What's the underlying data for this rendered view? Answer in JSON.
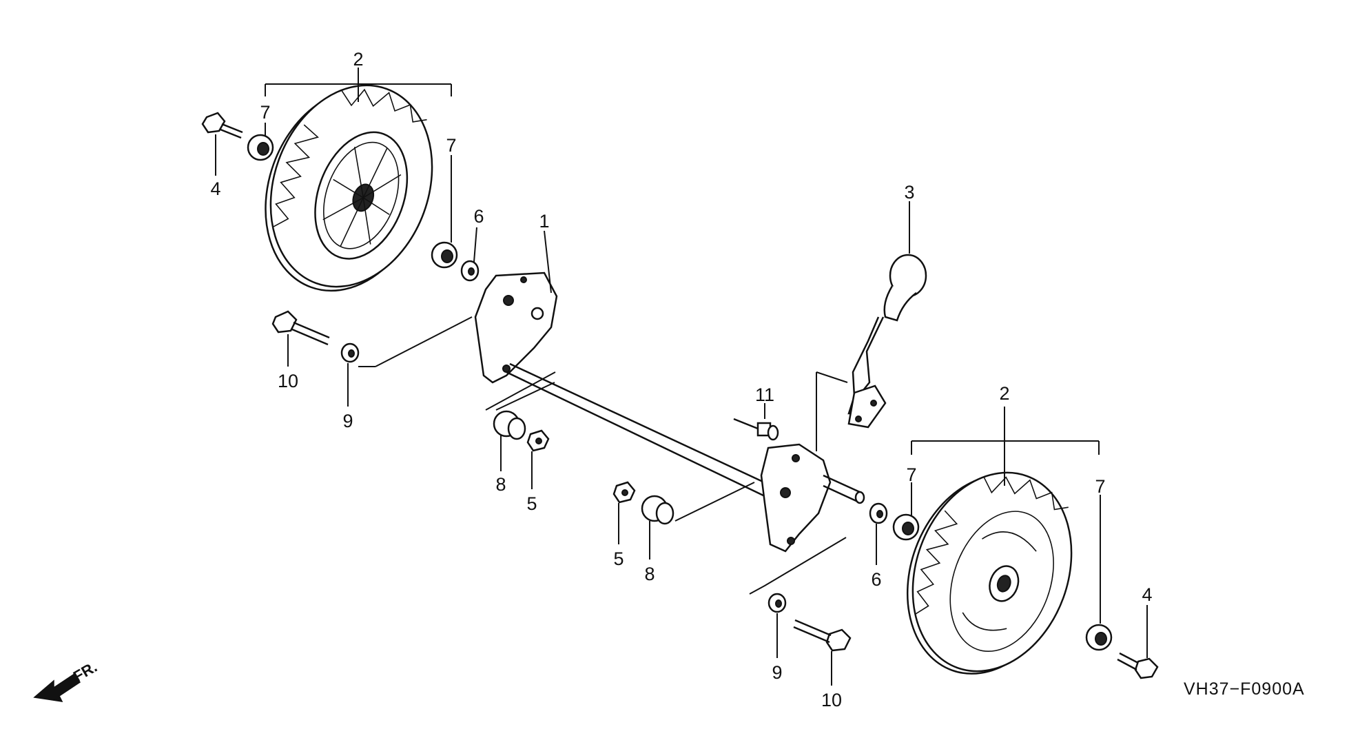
{
  "labels": {
    "part_1": "1",
    "part_2_left": "2",
    "part_2_right": "2",
    "part_3": "3",
    "part_4_left": "4",
    "part_4_right": "4",
    "part_5_left": "5",
    "part_5_right": "5",
    "part_6_left": "6",
    "part_6_right": "6",
    "part_7_left_a": "7",
    "part_7_left_b": "7",
    "part_7_right_a": "7",
    "part_7_right_b": "7",
    "part_8_left": "8",
    "part_8_right": "8",
    "part_9_left": "9",
    "part_9_right": "9",
    "part_10_left": "10",
    "part_10_right": "10",
    "part_11": "11"
  },
  "diagram_code": "VH37−F0900A",
  "front_indicator": "FR."
}
